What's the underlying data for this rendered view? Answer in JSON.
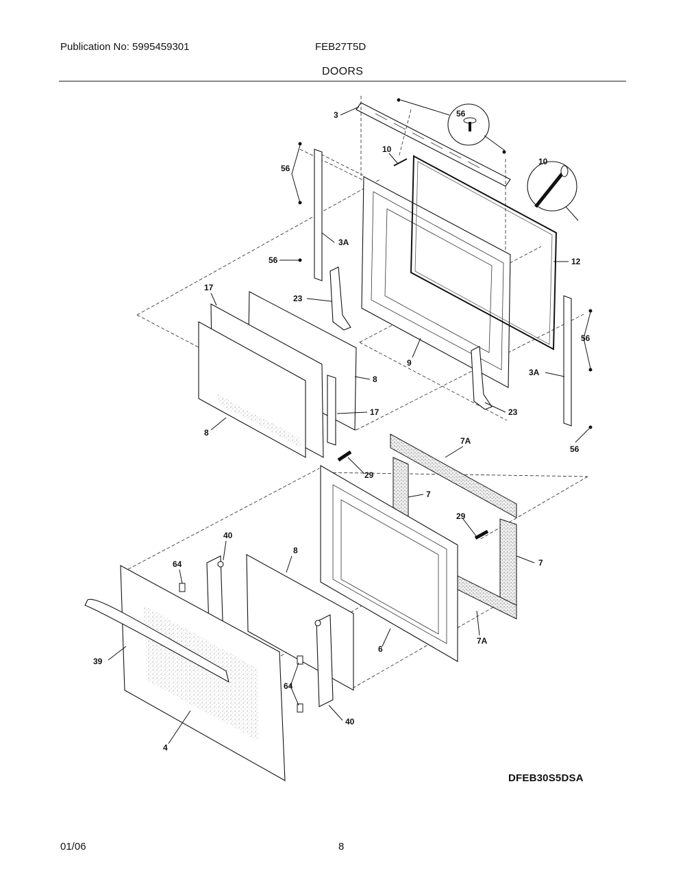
{
  "header": {
    "publication": "Publication No: 5995459301",
    "model": "FEB27T5D",
    "section": "DOORS"
  },
  "footer": {
    "date": "01/06",
    "page_number": "8"
  },
  "diagram": {
    "code": "DFEB30S5DSA",
    "callouts": {
      "c3": "3",
      "c56_top": "56",
      "c56_left": "56",
      "c10_top": "10",
      "c10_zoom": "10",
      "c3a_left": "3A",
      "c56_mid": "56",
      "c12": "12",
      "c17_top": "17",
      "c23_left": "23",
      "c56_right": "56",
      "c9": "9",
      "c3a_right": "3A",
      "c8_right": "8",
      "c17_right": "17",
      "c23_right": "23",
      "c8_left": "8",
      "c56_bottom": "56",
      "c7a_top": "7A",
      "c29_left": "29",
      "c7_top": "7",
      "c29_right": "29",
      "c40_top": "40",
      "c8_mid": "8",
      "c7_right": "7",
      "c64_top": "64",
      "c39": "39",
      "c6": "6",
      "c7a_bottom": "7A",
      "c64_bottom": "64",
      "c40_bottom": "40",
      "c4": "4"
    }
  }
}
